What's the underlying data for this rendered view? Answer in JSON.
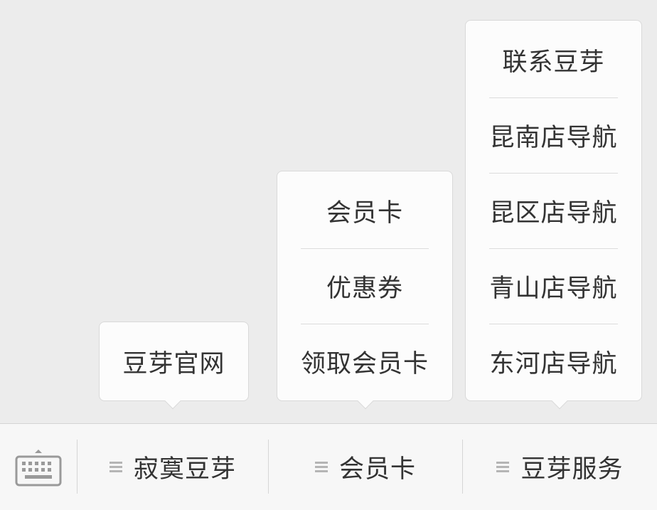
{
  "popups": [
    {
      "items": [
        "豆芽官网"
      ]
    },
    {
      "items": [
        "会员卡",
        "优惠券",
        "领取会员卡"
      ]
    },
    {
      "items": [
        "联系豆芽",
        "昆南店导航",
        "昆区店导航",
        "青山店导航",
        "东河店导航"
      ]
    }
  ],
  "bottom_bar": {
    "keyboard_icon": "keyboard-icon",
    "menu_icon": "menu-lines-icon",
    "tabs": [
      {
        "label": "寂寞豆芽"
      },
      {
        "label": "会员卡"
      },
      {
        "label": "豆芽服务"
      }
    ]
  },
  "colors": {
    "background": "#ececec",
    "popup_background": "#fcfcfc",
    "bar_background": "#f7f7f7",
    "text": "#333333",
    "icon": "#9a9a9a"
  }
}
